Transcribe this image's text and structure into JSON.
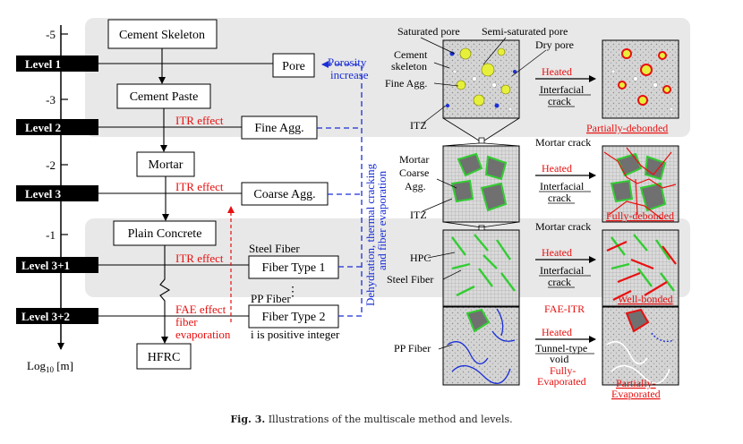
{
  "axis": {
    "ticks": [
      "-5",
      "-3",
      "-2",
      "-1"
    ],
    "label_prefix": "Log",
    "label_sub": "10",
    "label_suffix": " [m]"
  },
  "levels": [
    "Level 1",
    "Level 2",
    "Level 3",
    "Level 3+1",
    "Level 3+2"
  ],
  "hierarchy": {
    "cement_skeleton": "Cement Skeleton",
    "cement_paste": "Cement Paste",
    "mortar": "Mortar",
    "plain_concrete": "Plain Concrete",
    "hfrc": "HFRC",
    "pore": "Pore",
    "fine_agg": "Fine Agg.",
    "coarse_agg": "Coarse Agg.",
    "fiber_type_1": "Fiber Type 1",
    "fiber_type_2": "Fiber Type 2"
  },
  "annotations": {
    "porosity_1": "Porosity",
    "porosity_2": "increase",
    "itr_effect": "ITR effect",
    "fae_effect": "FAE effect",
    "fiber_evap_1": "fiber",
    "fiber_evap_2": "evaporation",
    "positive_integer": "i is positive integer",
    "steel_fiber_title": "Steel Fiber",
    "pp_fiber_title": "PP Fiber",
    "vertical_1": "Dehydration, thermal cracking",
    "vertical_2": "and fiber evaporation"
  },
  "micro_labels": {
    "saturated_pore": "Saturated pore",
    "semi_saturated_pore": "Semi-saturated pore",
    "dry_pore": "Dry pore",
    "cement_1": "Cement",
    "cement_2": "skeleton",
    "fine_agg": "Fine Agg.",
    "itz": "ITZ",
    "mortar": "Mortar",
    "coarse": "Coarse",
    "agg": "Agg.",
    "hpc": "HPC",
    "steel_fiber": "Steel Fiber",
    "pp_fiber": "PP Fiber",
    "heated": "Heated",
    "interfacial": "Interfacial",
    "crack": "crack",
    "mortar_crack": "Mortar crack",
    "fae_itr": "FAE-ITR",
    "tunnel_1": "Tunnel-type",
    "tunnel_2": "void",
    "fully": "Fully-",
    "evaporated": "Evaporated",
    "partially": "Partially-",
    "partially_debonded": "Partially-debonded",
    "fully_debonded": "Fully-debonded",
    "well_bonded": "Well-bonded"
  },
  "caption": {
    "label": "Fig. 3.",
    "text": "Illustrations of the multiscale method and levels."
  },
  "colors": {
    "blue": "#1a2fd6",
    "red": "#e81010",
    "green": "#33cc33",
    "aggregate": "#707070",
    "band": "#e8e8e8"
  }
}
